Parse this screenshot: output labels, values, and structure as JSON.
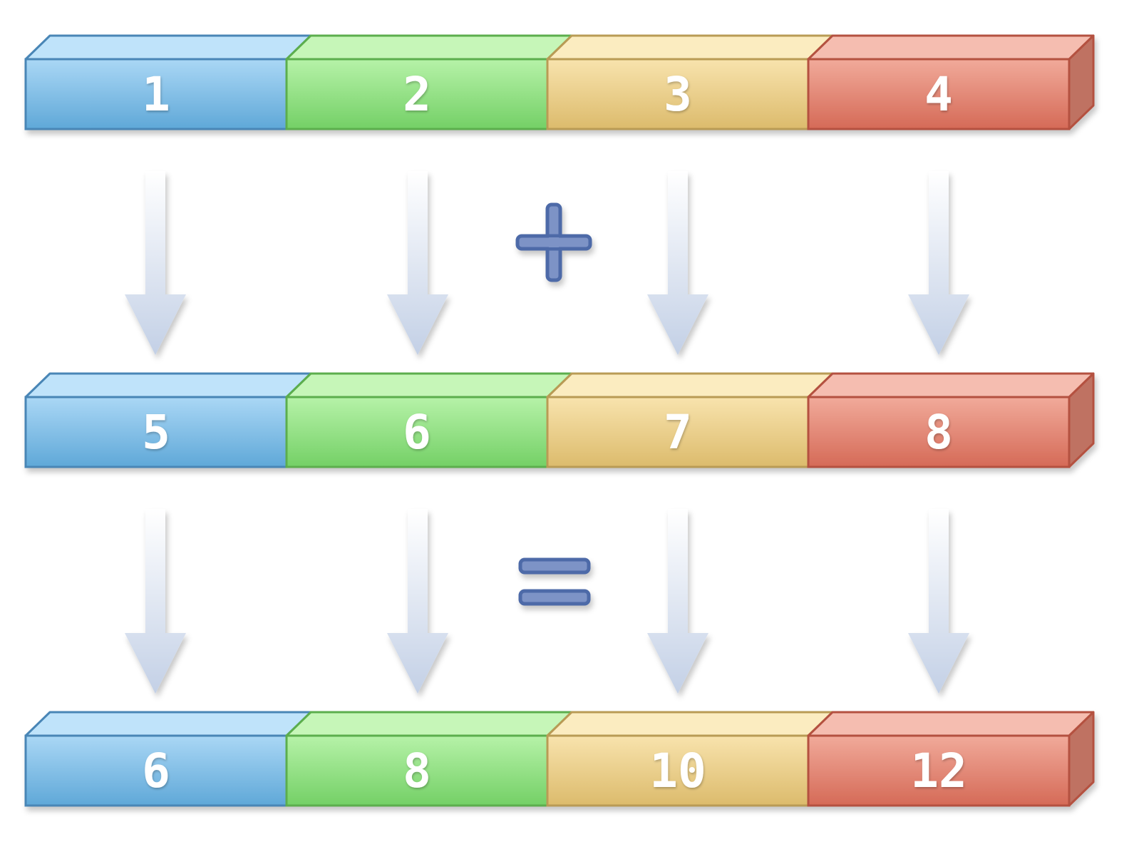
{
  "rows": [
    {
      "cells": [
        "1",
        "2",
        "3",
        "4"
      ]
    },
    {
      "cells": [
        "5",
        "6",
        "7",
        "8"
      ]
    },
    {
      "cells": [
        "6",
        "8",
        "10",
        "12"
      ]
    }
  ],
  "operators": [
    "+",
    "="
  ],
  "icons": {
    "flow_arrow": "down-arrow-icon",
    "plus": "plus-icon",
    "equals": "equals-icon"
  },
  "colors": {
    "blue": {
      "front_top": "#aad7f5",
      "front_bottom": "#5fa8d8",
      "top": "#bfe3fa",
      "side": "#5a93c0",
      "stroke": "#4a86b6"
    },
    "green": {
      "front_top": "#b6f2a8",
      "front_bottom": "#74d066",
      "top": "#c6f6b8",
      "side": "#5fb452",
      "stroke": "#5cae4e"
    },
    "yellow": {
      "front_top": "#f8e3ad",
      "front_bottom": "#dcbb6c",
      "top": "#fbecc0",
      "side": "#c7a45a",
      "stroke": "#b99b55"
    },
    "red": {
      "front_top": "#f1aa9a",
      "front_bottom": "#d56a57",
      "top": "#f5bdb0",
      "side": "#bf7262",
      "stroke": "#b4513f"
    },
    "arrow": "#c6d3e8",
    "operator_fill": "#7d93c6",
    "operator_stroke": "#4e6aa8"
  }
}
